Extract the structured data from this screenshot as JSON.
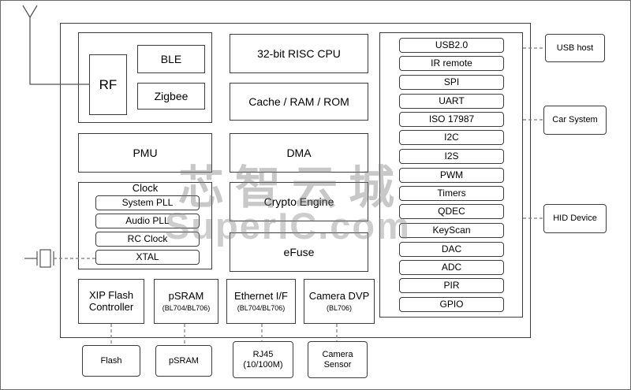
{
  "watermark": {
    "line1": "芯智云城",
    "line2": "SuperIC.com"
  },
  "chip": {
    "rf": "RF",
    "ble": "BLE",
    "zigbee": "Zigbee",
    "cpu": "32-bit RISC CPU",
    "cache": "Cache / RAM / ROM",
    "pmu": "PMU",
    "dma": "DMA",
    "clock_title": "Clock",
    "clock_items": [
      "System PLL",
      "Audio PLL",
      "RC Clock",
      "XTAL"
    ],
    "crypto": "Crypto Engine",
    "efuse": "eFuse",
    "peripherals": [
      "USB2.0",
      "IR remote",
      "SPI",
      "UART",
      "ISO 17987",
      "I2C",
      "I2S",
      "PWM",
      "Timers",
      "QDEC",
      "KeyScan",
      "DAC",
      "ADC",
      "PIR",
      "GPIO"
    ],
    "xip": {
      "title": "XIP Flash Controller"
    },
    "psram": {
      "title": "pSRAM",
      "sub": "(BL704/BL706)"
    },
    "ethernet": {
      "title": "Ethernet I/F",
      "sub": "(BL704/BL706)"
    },
    "camera": {
      "title": "Camera DVP",
      "sub": "(BL706)"
    }
  },
  "external": {
    "usb_host": "USB host",
    "car_system": "Car System",
    "hid_device": "HID Device",
    "flash": "Flash",
    "psram": "pSRAM",
    "rj45_line1": "RJ45",
    "rj45_line2": "(10/100M)",
    "camera_line1": "Camera",
    "camera_line2": "Sensor"
  }
}
